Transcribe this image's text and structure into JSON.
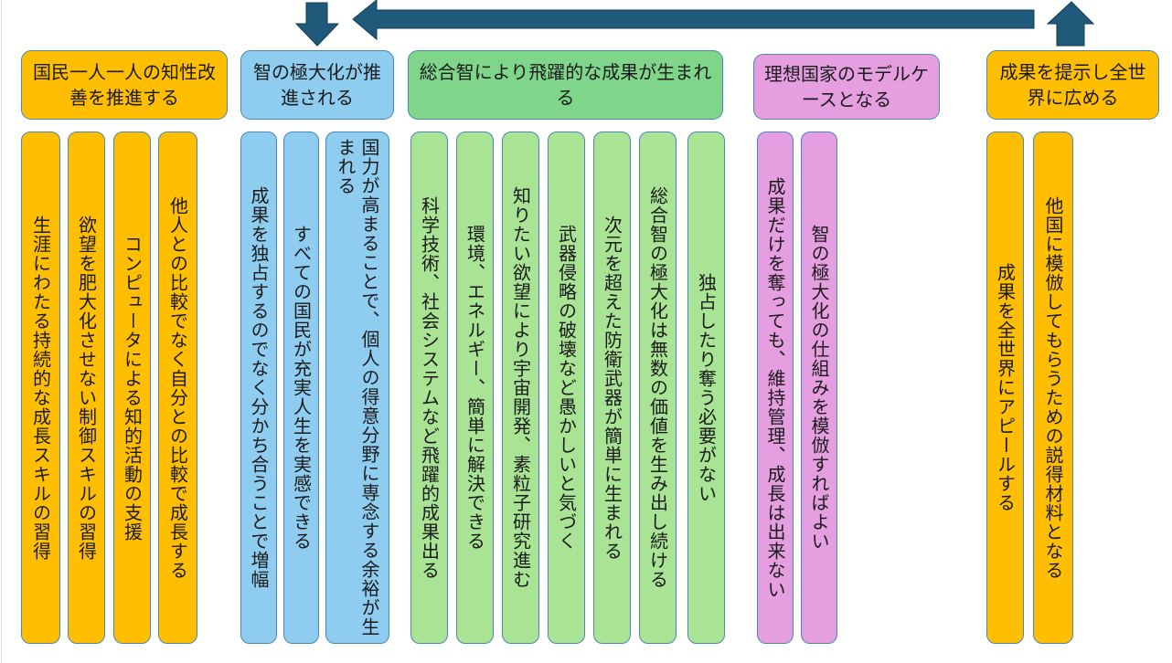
{
  "colors": {
    "orange": "#ffbf00",
    "blue": "#8fcdf0",
    "green": "#a9e394",
    "pink": "#e59ee0",
    "arrow": "#1f5a7a"
  },
  "groups": [
    {
      "header": "国民一人一人の知性改善を推進する",
      "items": [
        "生涯にわたる持続的な成長スキルの習得",
        "欲望を肥大化させない制御スキルの習得",
        "コンピュータによる知的活動の支援",
        "他人との比較でなく自分との比較で成長する"
      ]
    },
    {
      "header": "智の極大化が推進される",
      "items": [
        "成果を独占するのでなく分かち合うことで増幅",
        "すべての国民が充実人生を実感できる",
        "国力が高まることで、個人の得意分野に専念する余裕が生まれる"
      ]
    },
    {
      "header": "総合智により飛躍的な成果が生まれる",
      "items": [
        "科学技術、社会システムなど飛躍的成果出る",
        "環境、エネルギー、簡単に解決できる",
        "知りたい欲望により宇宙開発、素粒子研究進む",
        "武器侵略の破壊など愚かしいと気づく",
        "次元を超えた防衛武器が簡単に生まれる",
        "総合智の極大化は無数の価値を生み出し続ける",
        "独占したり奪う必要がない"
      ]
    },
    {
      "header": "理想国家のモデルケースとなる",
      "items": [
        "成果だけを奪っても、維持管理、成長は出来ない",
        "智の極大化の仕組みを模倣すればよい"
      ]
    },
    {
      "header": "成果を提示し全世界に広める",
      "items": [
        "成果を全世界にアピールする",
        "他国に模倣してもらうための説得材料となる"
      ]
    }
  ]
}
